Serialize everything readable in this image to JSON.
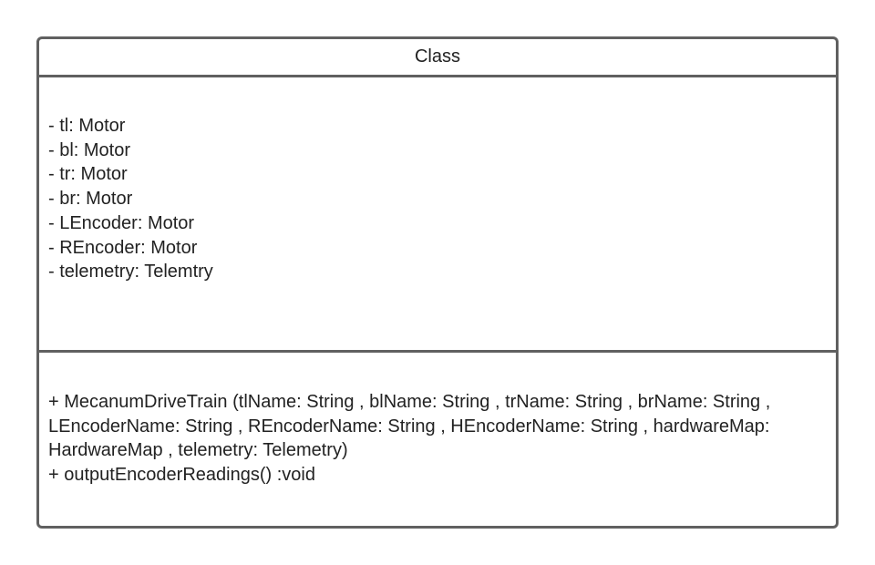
{
  "uml_class": {
    "name": "Class",
    "attributes": [
      "- tl: Motor",
      "- bl: Motor",
      "- tr: Motor",
      "- br: Motor",
      "- LEncoder: Motor",
      "- REncoder: Motor",
      "- telemetry: Telemtry"
    ],
    "operations": [
      "+ MecanumDriveTrain (tlName: String , blName: String , trName: String , brName: String , LEncoderName: String , REncoderName: String , HEncoderName: String , hardwareMap: HardwareMap , telemetry: Telemetry)",
      "+ outputEncoderReadings() :void"
    ]
  }
}
